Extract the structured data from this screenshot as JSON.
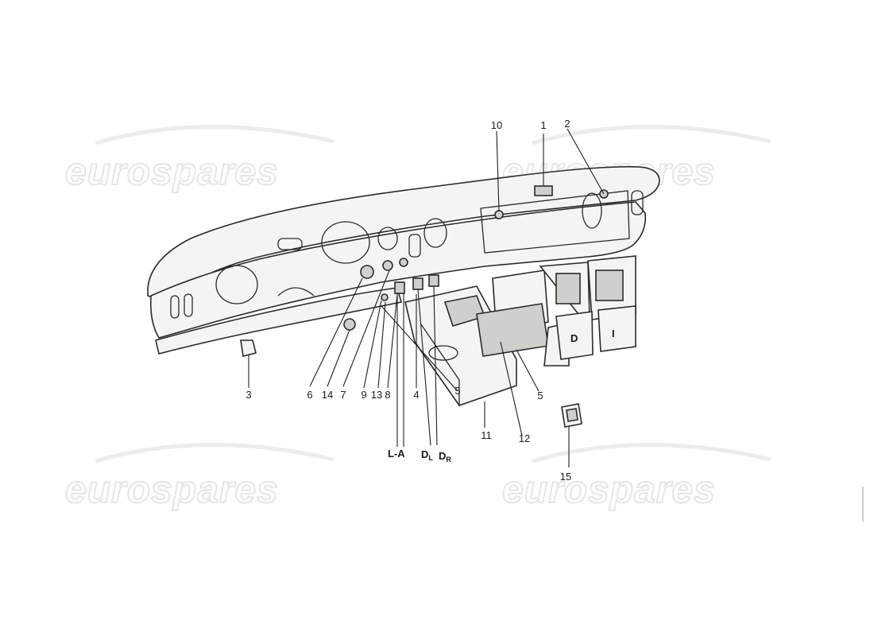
{
  "watermark": {
    "text": "eurospares"
  },
  "callouts": {
    "c1": "1",
    "c2": "2",
    "c3": "3",
    "c4": "4",
    "c5a": "5",
    "c5b": "5",
    "c6": "6",
    "c7": "7",
    "c8": "8",
    "c9": "9",
    "c10": "10",
    "c11": "11",
    "c12": "12",
    "c13": "13",
    "c14": "14",
    "c15": "15",
    "la": "L-A",
    "dl": "D",
    "dl_sub": "L",
    "dr": "D",
    "dr_sub": "R"
  },
  "colors": {
    "line": "#2a2a2a",
    "fill": "#f4f4f2",
    "shade": "#cfcfcb",
    "watermark": "#e6e6e6"
  }
}
